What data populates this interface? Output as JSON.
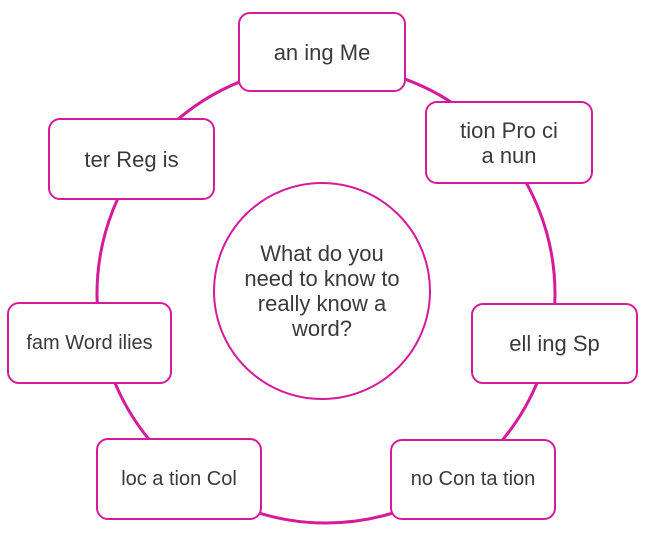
{
  "center_question": "What do you need to know to really know a word?",
  "items": [
    {
      "label": "an ing Me"
    },
    {
      "label": "tion Pro ci a nun"
    },
    {
      "label": "ell ing Sp"
    },
    {
      "label": "no Con ta tion"
    },
    {
      "label": "loc a tion Col"
    },
    {
      "label": "fam Word ilies"
    },
    {
      "label": "ter Reg is"
    }
  ],
  "colors": {
    "accent": "#d61a9c"
  }
}
